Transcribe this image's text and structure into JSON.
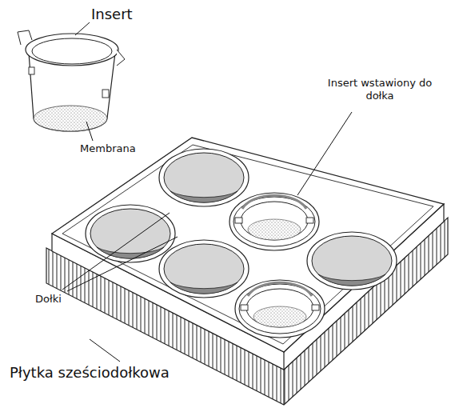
{
  "diagram": {
    "labels": [
      "Insert",
      "Membrana",
      "Insert wstawiony do dołka",
      "Dołki",
      "Płytka sześciodołkowa"
    ]
  }
}
